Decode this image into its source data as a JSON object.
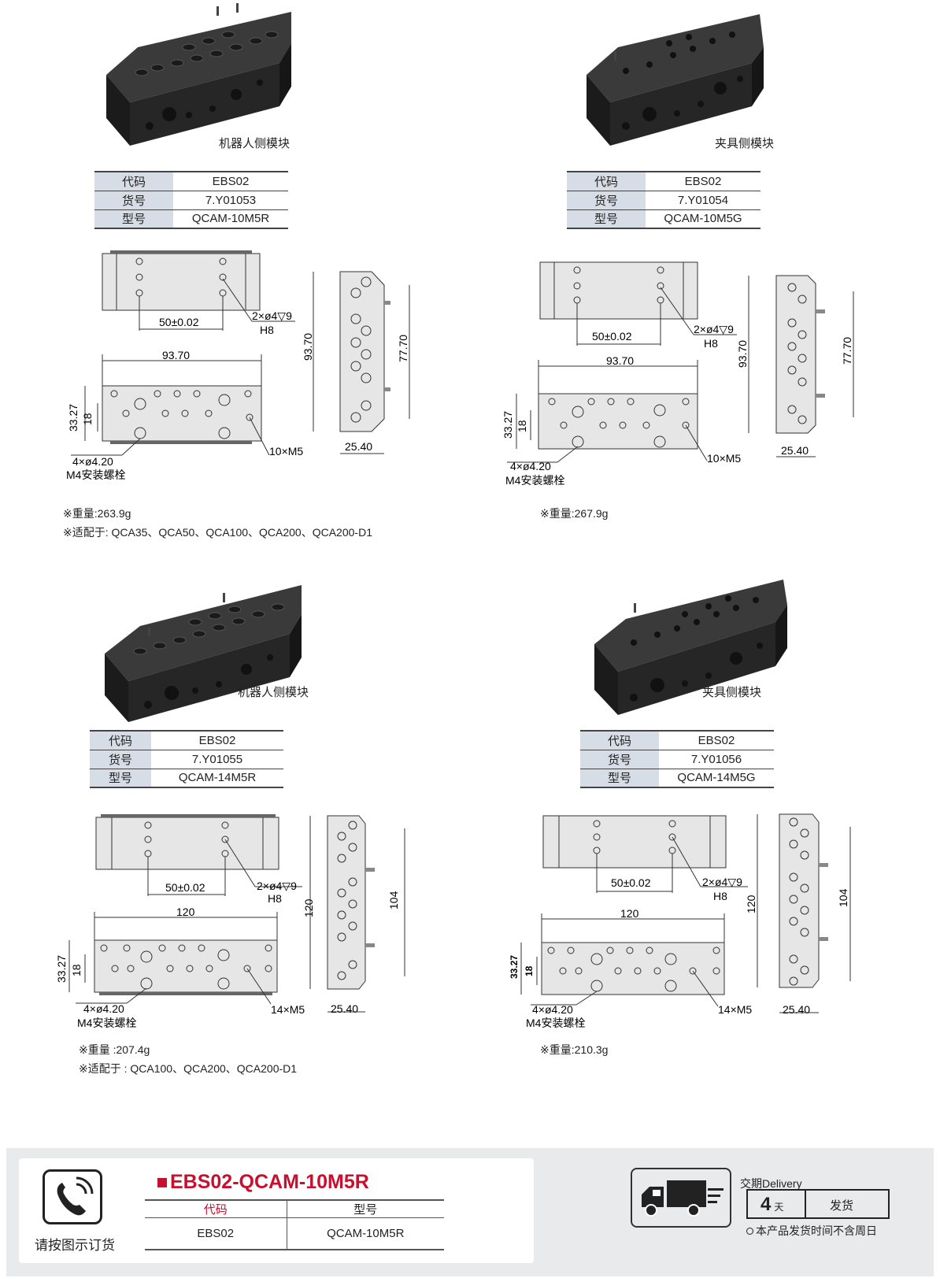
{
  "panels": [
    {
      "caption": "机器人侧模块",
      "table": [
        [
          "代码",
          "EBS02"
        ],
        [
          "货号",
          "7.Y01053"
        ],
        [
          "型号",
          "QCAM-10M5R"
        ]
      ],
      "dims": {
        "pin": "50±0.02",
        "pinnote1": "2×ø4▽9",
        "pinnote2": "H8",
        "len": "93.70",
        "h1": "33.27",
        "h2": "18",
        "bolt1": "4×ø4.20",
        "bolt2": "M4安装螺栓",
        "ports": "10×M5",
        "sideH": "93.70",
        "sideH2": "77.70",
        "sideW": "25.40"
      },
      "weight": "※重量:263.9g",
      "fit": "※适配于: QCA35、QCA50、QCA100、QCA200、QCA200-D1"
    },
    {
      "caption": "夹具侧模块",
      "table": [
        [
          "代码",
          "EBS02"
        ],
        [
          "货号",
          "7.Y01054"
        ],
        [
          "型号",
          "QCAM-10M5G"
        ]
      ],
      "dims": {
        "pin": "50±0.02",
        "pinnote1": "2×ø4▽9",
        "pinnote2": "H8",
        "len": "93.70",
        "h1": "33.27",
        "h2": "18",
        "bolt1": "4×ø4.20",
        "bolt2": "M4安装螺栓",
        "ports": "10×M5",
        "sideH": "93.70",
        "sideH2": "77.70",
        "sideW": "25.40"
      },
      "weight": "※重量:267.9g"
    },
    {
      "caption": "机器人侧模块",
      "table": [
        [
          "代码",
          "EBS02"
        ],
        [
          "货号",
          "7.Y01055"
        ],
        [
          "型号",
          "QCAM-14M5R"
        ]
      ],
      "dims": {
        "pin": "50±0.02",
        "pinnote1": "2×ø4▽9",
        "pinnote2": "H8",
        "len": "120",
        "h1": "33.27",
        "h2": "18",
        "bolt1": "4×ø4.20",
        "bolt2": "M4安装螺栓",
        "ports": "14×M5",
        "sideH": "120",
        "sideH2": "104",
        "sideW": "25.40"
      },
      "weight": "※重量 :207.4g",
      "fit": "※适配于 : QCA100、QCA200、QCA200-D1"
    },
    {
      "caption": "夹具侧模块",
      "table": [
        [
          "代码",
          "EBS02"
        ],
        [
          "货号",
          "7.Y01056"
        ],
        [
          "型号",
          "QCAM-14M5G"
        ]
      ],
      "dims": {
        "pin": "50±0.02",
        "pinnote1": "2×ø4▽9",
        "pinnote2": "H8",
        "len": "120",
        "h1": "33.27",
        "h2": "18",
        "bolt1": "4×ø4.20",
        "bolt2": "M4安装螺栓",
        "ports": "14×M5",
        "sideH": "120",
        "sideH2": "104",
        "sideW": "25.40"
      },
      "weight": "※重量:210.3g"
    }
  ],
  "order": {
    "phone_caption": "请按图示订货",
    "product": "EBS02-QCAM-10M5R",
    "headers": [
      "代码",
      "型号"
    ],
    "values": [
      "EBS02",
      "QCAM-10M5R"
    ]
  },
  "delivery": {
    "label": "交期Delivery",
    "days": "4",
    "unit": "天",
    "action": "发货",
    "note": "本产品发货时间不含周日"
  },
  "colors": {
    "accent": "#c8102e",
    "table_key_bg": "#d7dde6",
    "footer_bg": "#e9eaec"
  }
}
